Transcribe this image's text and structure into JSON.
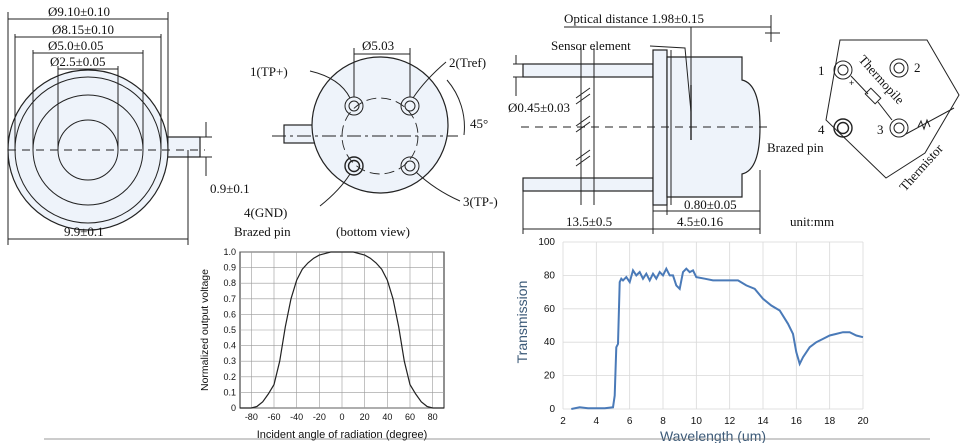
{
  "front_view": {
    "dia_910": "Ø9.10±0.10",
    "dia_815": "Ø8.15±0.10",
    "dia_50": "Ø5.0±0.05",
    "dia_25": "Ø2.5±0.05",
    "tab_width": "0.9±0.1",
    "overall_width": "9.9±0.1"
  },
  "bottom_view": {
    "pin_circle_dia": "Ø5.03",
    "pin1": "1(TP+)",
    "pin2": "2(Tref)",
    "pin3": "3(TP-)",
    "pin4": "4(GND)",
    "angle": "45°",
    "view_label": "(bottom view)",
    "brazed_label": "Brazed pin"
  },
  "side_view": {
    "optical_distance": "Optical distance 1.98±0.15",
    "sensor_element": "Sensor element",
    "pin_dia": "Ø0.45±0.03",
    "lead_length": "13.5±0.5",
    "body_length": "4.5±0.16",
    "flange": "0.80±0.05",
    "unit": "unit:mm"
  },
  "schematic": {
    "pin1": "1",
    "pin2": "2",
    "pin3": "3",
    "pin4": "4",
    "thermopile": "Thermopile",
    "thermistor": "Thermistor",
    "brazed_label": "Brazed pin"
  },
  "chart_data": [
    {
      "type": "line",
      "xlabel": "Incident angle of radiation (degree)",
      "ylabel": "Normalized output voltage",
      "xlim": [
        -90,
        90
      ],
      "ylim": [
        0,
        1
      ],
      "xticks": [
        "-80",
        "-60",
        "-40",
        "-20",
        "0",
        "20",
        "40",
        "60",
        "80"
      ],
      "yticks": [
        "0",
        "0.1",
        "0.2",
        "0.3",
        "0.4",
        "0.5",
        "0.6",
        "0.7",
        "0.8",
        "0.9",
        "1.0"
      ],
      "grid": true,
      "series": [
        {
          "color": "#222222",
          "x": [
            -90,
            -80,
            -75,
            -70,
            -65,
            -60,
            -55,
            -50,
            -45,
            -40,
            -35,
            -30,
            -25,
            -20,
            -15,
            -10,
            -5,
            0,
            5,
            10,
            15,
            20,
            25,
            30,
            35,
            40,
            45,
            50,
            55,
            60,
            65,
            70,
            75,
            80,
            90
          ],
          "y": [
            0,
            0,
            0.01,
            0.04,
            0.09,
            0.15,
            0.3,
            0.52,
            0.7,
            0.82,
            0.89,
            0.93,
            0.96,
            0.98,
            0.99,
            1.0,
            1.0,
            1.0,
            1.0,
            1.0,
            0.99,
            0.98,
            0.96,
            0.93,
            0.89,
            0.82,
            0.7,
            0.52,
            0.3,
            0.15,
            0.09,
            0.04,
            0.01,
            0,
            0
          ]
        }
      ]
    },
    {
      "type": "line",
      "xlabel": "Wavelength (um)",
      "ylabel": "Transmission",
      "xlim": [
        2,
        20
      ],
      "ylim": [
        0,
        100
      ],
      "xticks": [
        "2",
        "4",
        "6",
        "8",
        "10",
        "12",
        "14",
        "16",
        "18",
        "20"
      ],
      "yticks": [
        "0",
        "20",
        "40",
        "60",
        "80",
        "100"
      ],
      "grid": true,
      "series": [
        {
          "color": "#4a7ab8",
          "x": [
            2.5,
            3,
            3.5,
            4,
            4.5,
            5,
            5.1,
            5.2,
            5.3,
            5.4,
            5.5,
            5.6,
            5.8,
            6.0,
            6.2,
            6.4,
            6.6,
            6.8,
            7.0,
            7.2,
            7.4,
            7.6,
            7.8,
            8.0,
            8.2,
            8.4,
            8.6,
            8.8,
            9.0,
            9.2,
            9.4,
            9.6,
            9.8,
            10.0,
            10.5,
            11.0,
            11.5,
            12.0,
            12.5,
            13.0,
            13.5,
            14.0,
            14.5,
            15.0,
            15.5,
            15.8,
            16.0,
            16.2,
            16.4,
            16.8,
            17.2,
            17.6,
            18.0,
            18.4,
            18.8,
            19.2,
            19.6,
            20.0
          ],
          "y": [
            0,
            1,
            0.5,
            0.5,
            0.5,
            1,
            8,
            37,
            39,
            76,
            78,
            77,
            79,
            76,
            83,
            80,
            82,
            78,
            81,
            77,
            81,
            78,
            82,
            80,
            84,
            80,
            80,
            74,
            72,
            82,
            84,
            82,
            83,
            79,
            78,
            77,
            77,
            77,
            77,
            74,
            72,
            66,
            62,
            59,
            51,
            45,
            34,
            27,
            31,
            37,
            40,
            42,
            44,
            45,
            46,
            46,
            44,
            43
          ]
        }
      ]
    }
  ]
}
